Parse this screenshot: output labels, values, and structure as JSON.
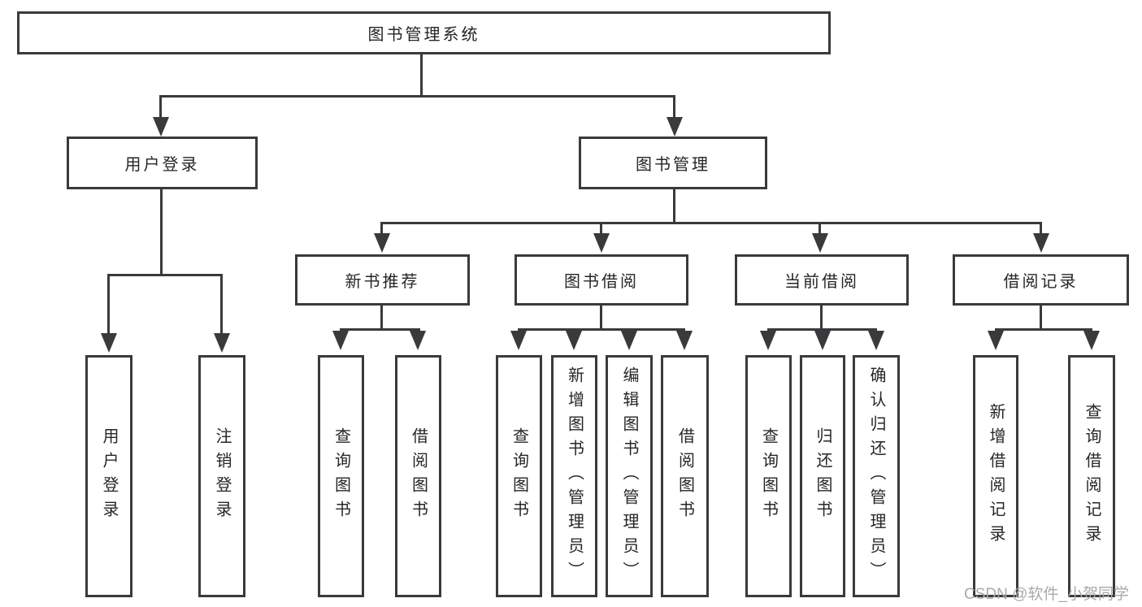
{
  "tree": {
    "root": "图书管理系统",
    "children": [
      {
        "label": "用户登录",
        "children": [
          {
            "label": "用户登录"
          },
          {
            "label": "注销登录"
          }
        ]
      },
      {
        "label": "图书管理",
        "children": [
          {
            "label": "新书推荐",
            "children": [
              {
                "label": "查询图书"
              },
              {
                "label": "借阅图书"
              }
            ]
          },
          {
            "label": "图书借阅",
            "children": [
              {
                "label": "查询图书"
              },
              {
                "label": "新增图书（管理员）"
              },
              {
                "label": "编辑图书（管理员）"
              },
              {
                "label": "借阅图书"
              }
            ]
          },
          {
            "label": "当前借阅",
            "children": [
              {
                "label": "查询图书"
              },
              {
                "label": "归还图书"
              },
              {
                "label": "确认归还（管理员）"
              }
            ]
          },
          {
            "label": "借阅记录",
            "children": [
              {
                "label": "新增借阅记录"
              },
              {
                "label": "查询借阅记录"
              }
            ]
          }
        ]
      }
    ]
  },
  "watermark": "CSDN @软件_小贺同学",
  "colors": {
    "line": "#3a3a3c",
    "text": "#262626",
    "watermark": "#a9a9a9",
    "background": "#ffffff"
  }
}
